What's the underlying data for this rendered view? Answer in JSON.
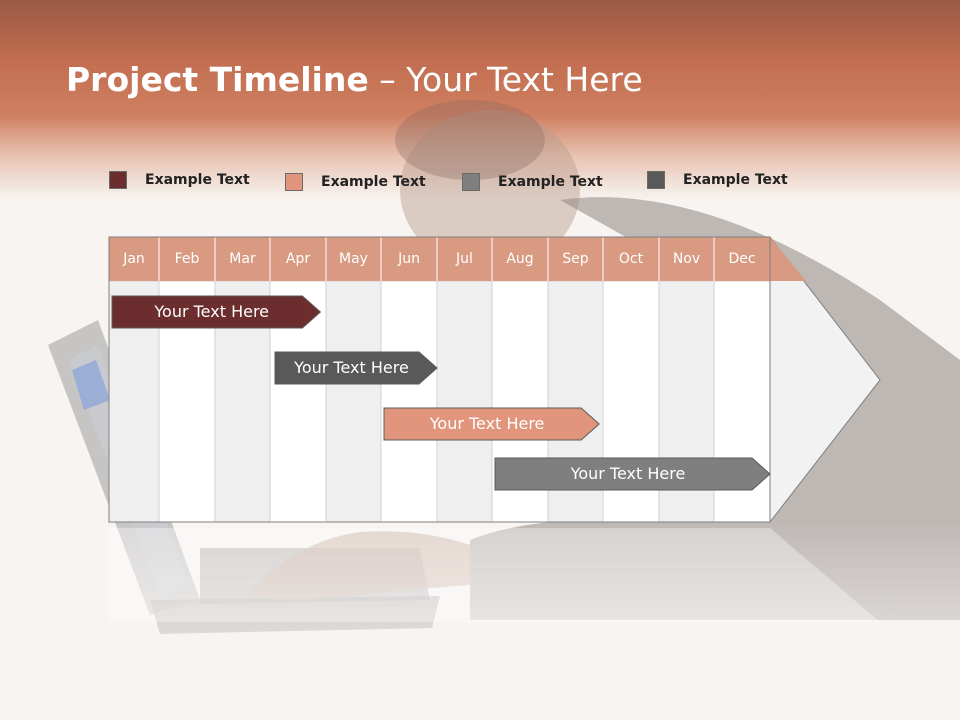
{
  "header": {
    "title_bold": "Project Timeline",
    "title_rest": " – Your Text Here"
  },
  "legend": [
    {
      "label": "Example Text",
      "color": "#6b2d2d"
    },
    {
      "label": "Example Text",
      "color": "#e0957c"
    },
    {
      "label": "Example Text",
      "color": "#7f7f7f"
    },
    {
      "label": "Example Text",
      "color": "#595959"
    }
  ],
  "timeline": {
    "months": [
      "Jan",
      "Feb",
      "Mar",
      "Apr",
      "May",
      "Jun",
      "Jul",
      "Aug",
      "Sep",
      "Oct",
      "Nov",
      "Dec"
    ],
    "header_color": "#d99a82",
    "tasks": [
      {
        "label": "Your  Text Here",
        "start": "Jan",
        "end": "Apr",
        "color": "#6b2d2d"
      },
      {
        "label": "Your  Text Here",
        "start": "Apr",
        "end": "Jun",
        "color": "#595959"
      },
      {
        "label": "Your  Text Here",
        "start": "Jun",
        "end": "Sep",
        "color": "#e0957c"
      },
      {
        "label": "Your  Text Here",
        "start": "Aug",
        "end": "Dec",
        "color": "#7f7f7f"
      }
    ]
  }
}
